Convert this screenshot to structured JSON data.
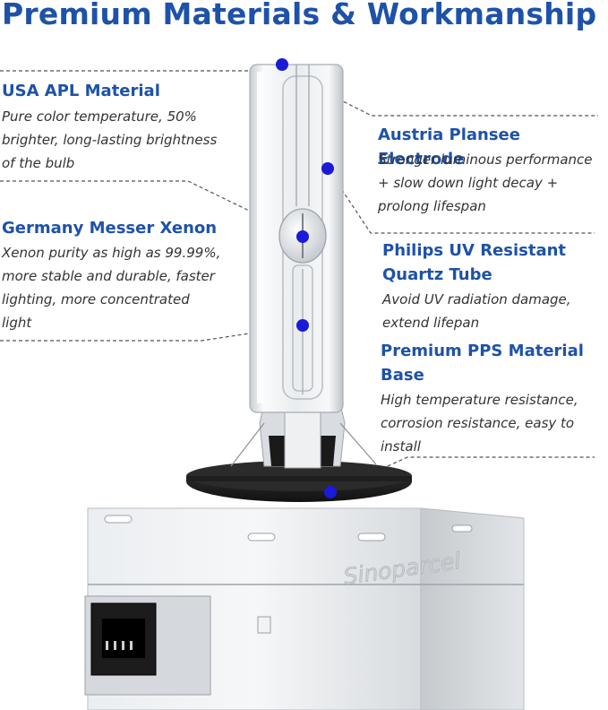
{
  "title": "Premium Materials & Workmanship",
  "features": [
    {
      "heading": "USA APL Material",
      "lines": [
        "Pure color temperature, 50%",
        "brighter, long-lasting brightness",
        "of the bulb"
      ]
    },
    {
      "heading": "Austria Plansee Electrode",
      "lines": [
        "Stronger luminous performance",
        "+ slow down light decay +",
        "prolong lifespan"
      ]
    },
    {
      "heading": "Germany Messer Xenon",
      "lines": [
        "Xenon purity as high as 99.99%,",
        "more stable and durable, faster",
        "lighting, more concentrated",
        "light"
      ]
    },
    {
      "heading_lines": [
        "Philips UV Resistant",
        "Quartz Tube"
      ],
      "lines": [
        "Avoid UV radiation damage,",
        "extend lifepan"
      ]
    },
    {
      "heading_lines": [
        "Premium PPS Material",
        "Base"
      ],
      "lines": [
        "High temperature resistance,",
        "corrosion resistance, easy to",
        "install"
      ]
    }
  ],
  "brand_logo": "Sinoparcel",
  "colors": {
    "heading": "#1e52a8",
    "marker": "#1a1ad8",
    "text": "#333333"
  }
}
